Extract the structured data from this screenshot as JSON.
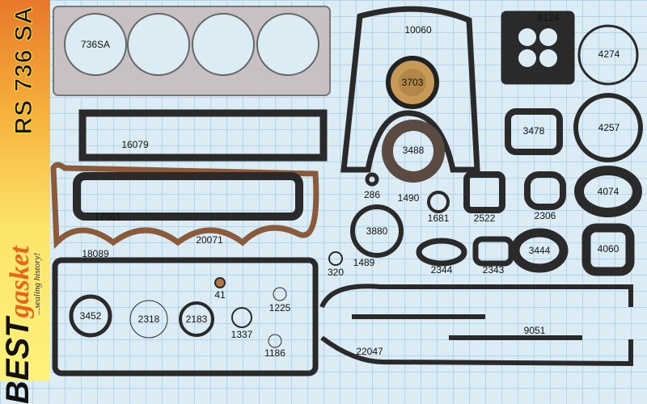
{
  "brand": {
    "logo_text": "BESTgasket",
    "tagline": "...sealing history!",
    "set_code": "RS 736 SA",
    "accent_color": "#e8641c"
  },
  "parts": {
    "p736SA": "736SA",
    "p10060": "10060",
    "p6124": "6124",
    "p4274": "4274",
    "p3703": "3703",
    "p3478": "3478",
    "p4257": "4257",
    "p16079": "16079",
    "p3488": "3488",
    "p286": "286",
    "p1490": "1490",
    "p17061": "17061",
    "p20071": "20071",
    "p3880": "3880",
    "p1681": "1681",
    "p2522": "2522",
    "p2306": "2306",
    "p4074": "4074",
    "p1489": "1489",
    "p320": "320",
    "p2344": "2344",
    "p2343": "2343",
    "p3444": "3444",
    "p4060": "4060",
    "p18089": "18089",
    "p41": "41",
    "p1225": "1225",
    "p3452": "3452",
    "p2318": "2318",
    "p2183": "2183",
    "p1337": "1337",
    "p9051": "9051",
    "p1186": "1186",
    "p22047": "22047"
  }
}
